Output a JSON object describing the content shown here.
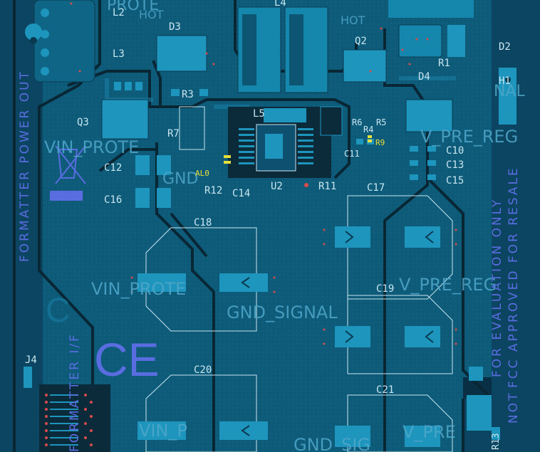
{
  "colors": {
    "background": "#06121b",
    "copper": "#0d5c7c",
    "copper_light": "#1a7fa3",
    "pad": "#1e95bd",
    "silkscreen_white": "#c9e6f0",
    "silkscreen_blue": "#5a6de0",
    "via_red": "#d84b4b",
    "highlight_yellow": "#e8e03a"
  },
  "refdes": {
    "l2": "L2",
    "l3": "L3",
    "l4": "L4",
    "d3": "D3",
    "q3": "Q3",
    "q2": "Q2",
    "r1": "R1",
    "d2": "D2",
    "d4": "D4",
    "h1": "H1",
    "r3": "R3",
    "l5": "L5",
    "r7": "R7",
    "r6": "R6",
    "r4": "R4",
    "r5": "R5",
    "r9": "R9",
    "c11": "C11",
    "c10": "C10",
    "c13": "C13",
    "c15": "C15",
    "c12": "C12",
    "c16": "C16",
    "al0": "AL0",
    "r12": "R12",
    "c14": "C14",
    "u2": "U2",
    "r11": "R11",
    "c17": "C17",
    "c18": "C18",
    "c19": "C19",
    "c20": "C20",
    "c21": "C21",
    "j4": "J4",
    "r13": "R13"
  },
  "nets": {
    "vin_protected_1": "VIN_PROTE",
    "vin_protected_2": "VIN_PROTE",
    "vin_protected_3": "VIN_P",
    "gnd": "GND",
    "gnd_signal_1": "GND_SIGNAL",
    "gnd_signal_2": "GND_SIG",
    "v_pre_reg_1": "V_PRE_REG",
    "v_pre_reg_2": "V_PRE_REG",
    "v_pre_reg_3": "V_PRE",
    "hot_1": "HOT",
    "hot_2": "HOT",
    "nal": "NAL",
    "prote": "PROTE"
  },
  "silkscreen": {
    "formatter_power_out": "FORMATTER POWER OUT",
    "formatter_if": "FORMATTER I/F",
    "evaluation": "FOR EVALUATION ONLY",
    "fcc": "FCC APPROVED FOR RESALE",
    "not": "NOT",
    "ce_mark": "CE"
  }
}
